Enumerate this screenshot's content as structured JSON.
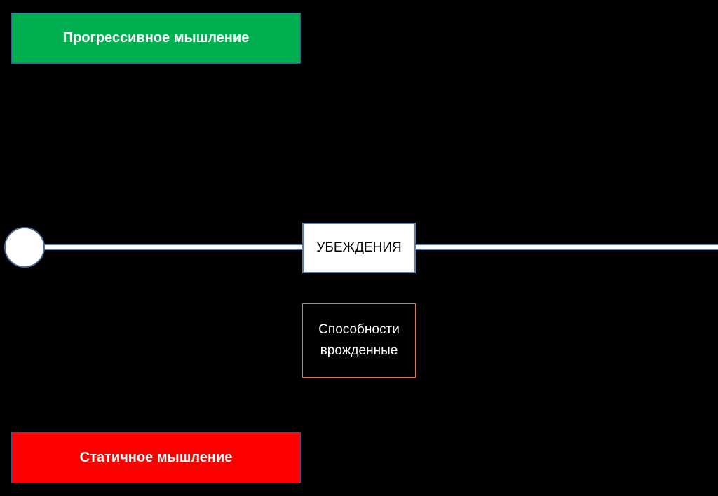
{
  "diagram": {
    "top_box": {
      "label": "Прогрессивное мышление",
      "color": "#00b050"
    },
    "bottom_box": {
      "label": "Статичное мышление",
      "color": "#ff0000"
    },
    "axis_node": {
      "label": "УБЕЖДЕНИЯ"
    },
    "item_box": {
      "label": "Способности\nврожденные",
      "border_color": "#e07a3a"
    }
  }
}
